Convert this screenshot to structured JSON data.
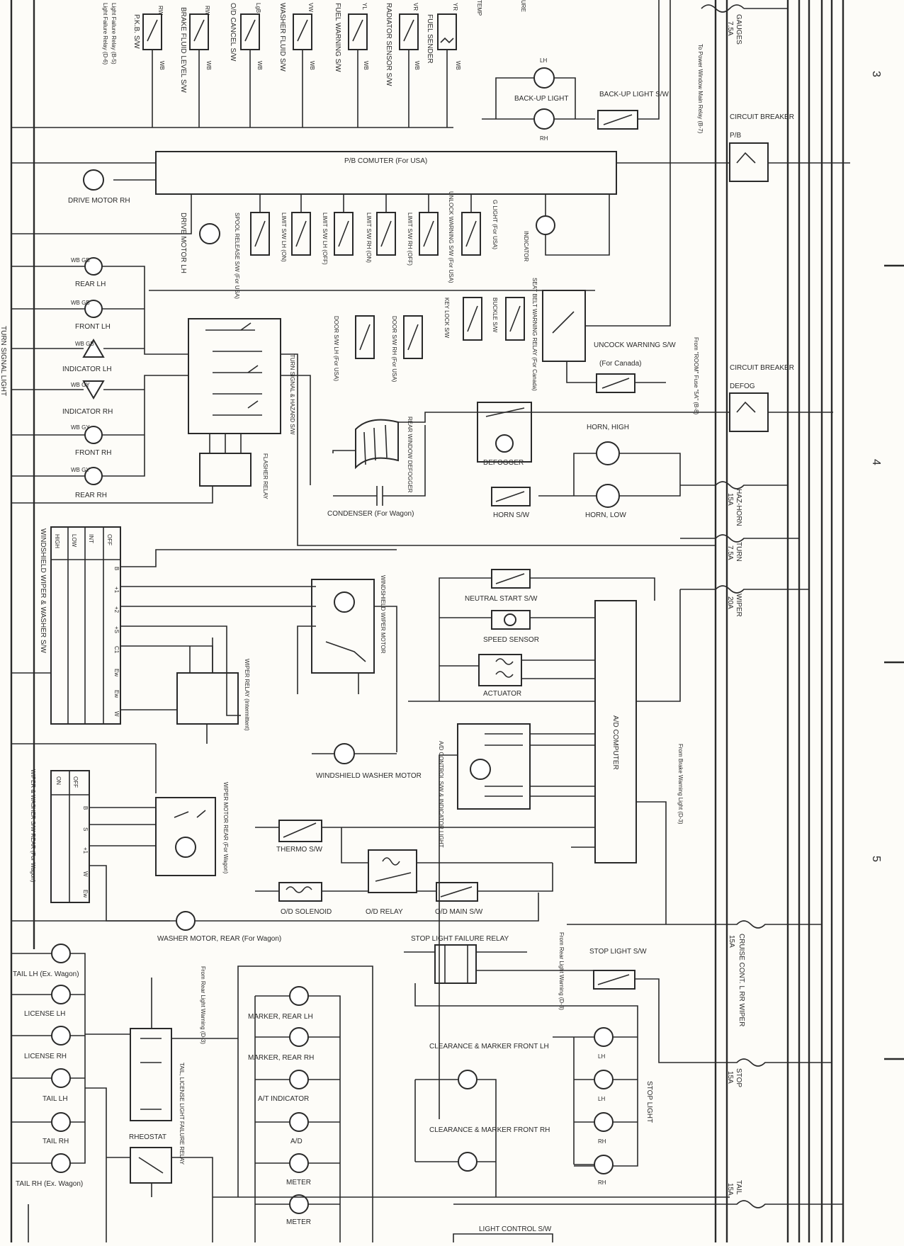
{
  "grid_markers": [
    "3",
    "4",
    "5"
  ],
  "side_label": "TURN SIGNAL LIGHT",
  "fuses": [
    {
      "name": "GAUGES",
      "rating": "7.5A"
    },
    {
      "name": "HAZ-HORN",
      "rating": "15A"
    },
    {
      "name": "TURN",
      "rating": "7.5A"
    },
    {
      "name": "WIPER",
      "rating": "20A"
    },
    {
      "name": "CRUISE CONT. L RR WIPER",
      "rating": "15A"
    },
    {
      "name": "STOP",
      "rating": "15A"
    },
    {
      "name": "TAIL",
      "rating": "15A"
    }
  ],
  "circuit_breakers": [
    {
      "name": "CIRCUIT BREAKER",
      "sub": "P/B"
    },
    {
      "name": "CIRCUIT BREAKER",
      "sub": "DEFOG"
    }
  ],
  "top_switches": [
    {
      "label": "P.K.B. S/W",
      "wire_top": "RW",
      "wire_bot": "WB"
    },
    {
      "label": "BRAKE FLUID LEVEL S/W",
      "wire_top": "RW",
      "wire_bot": "WB"
    },
    {
      "label": "O/D CANCEL S/W",
      "wire_top": "LgB",
      "wire_bot": "WB"
    },
    {
      "label": "WASHER FLUID S/W",
      "wire_top": "VW",
      "wire_bot": "WB"
    },
    {
      "label": "FUEL WARNING S/W",
      "wire_top": "YL",
      "wire_bot": "WB"
    },
    {
      "label": "RADIATOR SENSOR S/W",
      "wire_top": "VR",
      "wire_bot": "WB"
    },
    {
      "label": "FUEL SENDER",
      "wire_top": "YR",
      "wire_bot": "WB"
    }
  ],
  "top_notes": [
    "Light Failure Relay (B-5)",
    "Light Failure Relay (D-6)",
    "To Power Window Main Relay (B-7)",
    "TEMP",
    "URE"
  ],
  "backup": {
    "title": "BACK-UP LIGHT",
    "switch": "BACK-UP LIGHT S/W",
    "lh": "LH",
    "rh": "RH"
  },
  "pb_computer": {
    "title": "P/B COMUTER (For USA)",
    "drive_motor_rh": "DRIVE MOTOR RH",
    "drive_motor_lh": "DRIVE MOTOR LH"
  },
  "pb_switches": [
    {
      "label": "SPOOL RELEASE S/W (For USA)"
    },
    {
      "label": "LIMIT S/W LH (ON)"
    },
    {
      "label": "LIMIT S/W LH (OFF)"
    },
    {
      "label": "LIMIT S/W RH (ON)"
    },
    {
      "label": "LIMIT S/W RH (OFF)"
    },
    {
      "label": "UNLOCK WARNING S/W (For USA)"
    },
    {
      "label": "G LIGHT (For USA)"
    },
    {
      "label": "INDICATOR"
    }
  ],
  "door_switches": [
    "DOOR S/W LH (For USA)",
    "DOOR S/W RH (For USA)",
    "KEY LOCK S/W",
    "BUCKLE S/W",
    "SEAT BELT WARNING RELAY (For Canada)"
  ],
  "uncock": {
    "label": "UNCOCK WARNING S/W",
    "sub": "(For Canada)",
    "from": "From \"ROOM\" Fuse \"5A\" (B-8)"
  },
  "turn_lamps": [
    {
      "label": "REAR LH",
      "wires": "WB GB"
    },
    {
      "label": "FRONT LH",
      "wires": "WB GB"
    },
    {
      "label": "INDICATOR LH",
      "wires": "WB GB"
    },
    {
      "label": "INDICATOR RH",
      "wires": "WB GY"
    },
    {
      "label": "FRONT RH",
      "wires": "WB GY"
    },
    {
      "label": "REAR RH",
      "wires": "WB GY"
    }
  ],
  "hazard_switch": "TURN SIGNAL & HAZARD S/W",
  "flasher_relay": "FLASHER RELAY",
  "defog": {
    "window": "REAR WINDOW DEFOGGER",
    "relay": "DEFOGGER",
    "condenser": "CONDENSER (For Wagon)"
  },
  "horn": {
    "high": "HORN, HIGH",
    "low": "HORN, LOW",
    "switch": "HORN S/W"
  },
  "wiper_switch": {
    "title": "WINDSHIELD WIPER & WASHER S/W",
    "positions": [
      "HIGH",
      "LOW",
      "INT",
      "OFF"
    ],
    "columns": [
      "B",
      "+1",
      "+2",
      "+S",
      "C1",
      "Ew",
      "Ew",
      "W"
    ]
  },
  "wiper_motor": "WINDSHIELD WIPER MOTOR",
  "wiper_relay": "WIPER RELAY (Intermittent)",
  "washer_motor": "WINDSHIELD WASHER MOTOR",
  "rear_switch": {
    "title": "WIPER & WASHER S/W REAR (For Wagon)",
    "positions": [
      "ON",
      "OFF"
    ],
    "columns": [
      "B",
      "S",
      "+1",
      "W",
      "Ew"
    ]
  },
  "rear_motor": "WIPER MOTOR REAR (For Wagon)",
  "washer_rear": "WASHER MOTOR, REAR (For Wagon)",
  "ad": {
    "computer": "A/D COMPUTER",
    "neutral": "NEUTRAL START S/W",
    "speed": "SPEED SENSOR",
    "actuator": "ACTUATOR",
    "control": "A/D CONTROL S/W & INDICATOR LIGHT",
    "from_brake": "From Brake Warning Light (D-3)"
  },
  "od": {
    "thermo": "THERMO S/W",
    "solenoid": "O/D SOLENOID",
    "relay": "O/D RELAY",
    "main": "O/D MAIN S/W"
  },
  "stop": {
    "failure_relay": "STOP LIGHT FAILURE RELAY",
    "switch": "STOP LIGHT S/W",
    "from_rear": "From Rear Light Warning (D-3)",
    "lights": "STOP LIGHT",
    "lh1": "LH",
    "lh2": "LH",
    "rh1": "RH",
    "rh2": "RH"
  },
  "tail": {
    "lamps": [
      "TAIL LH (Ex. Wagon)",
      "LICENSE LH",
      "LICENSE RH",
      "TAIL LH",
      "TAIL RH",
      "TAIL RH (Ex. Wagon)"
    ],
    "relay": "TAIL, LICENSE LIGHT FAILURE RELAY",
    "from_rear": "From Rear Light Warning (D-3)",
    "rheostat": "RHEOSTAT"
  },
  "marker": [
    "MARKER, REAR LH",
    "MARKER, REAR RH",
    "A/T INDICATOR",
    "A/D",
    "METER",
    "METER"
  ],
  "clearance": [
    "CLEARANCE & MARKER FRONT LH",
    "CLEARANCE & MARKER FRONT RH"
  ],
  "light_control": "LIGHT CONTROL S/W"
}
